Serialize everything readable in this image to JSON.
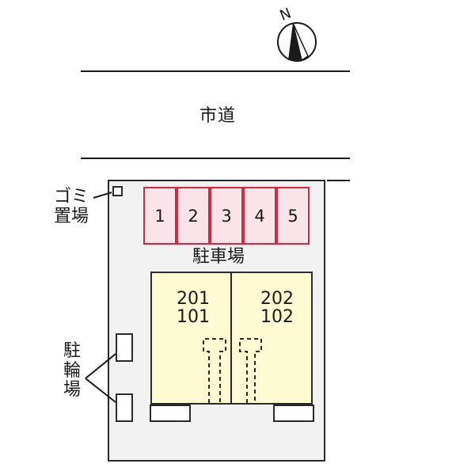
{
  "compass": {
    "north_label": "N",
    "icon": "north-arrow-icon"
  },
  "road": {
    "label": "市道"
  },
  "garbage": {
    "label_line1": "ゴミ",
    "label_line2": "置場",
    "icon": "garbage-box-icon"
  },
  "parking": {
    "label": "駐車場",
    "spaces": [
      "1",
      "2",
      "3",
      "4",
      "5"
    ],
    "space_fill": "#fbe3ea",
    "space_border": "#d6283f"
  },
  "bicycle_parking": {
    "label_line1": "駐",
    "label_line2": "輪",
    "label_line3": "場"
  },
  "building": {
    "fill": "#fdfbd2",
    "units": [
      {
        "upper": "201",
        "lower": "101"
      },
      {
        "upper": "202",
        "lower": "102"
      }
    ]
  },
  "colors": {
    "site_fill": "#f2f2f2",
    "outline": "#2a2a2a"
  }
}
